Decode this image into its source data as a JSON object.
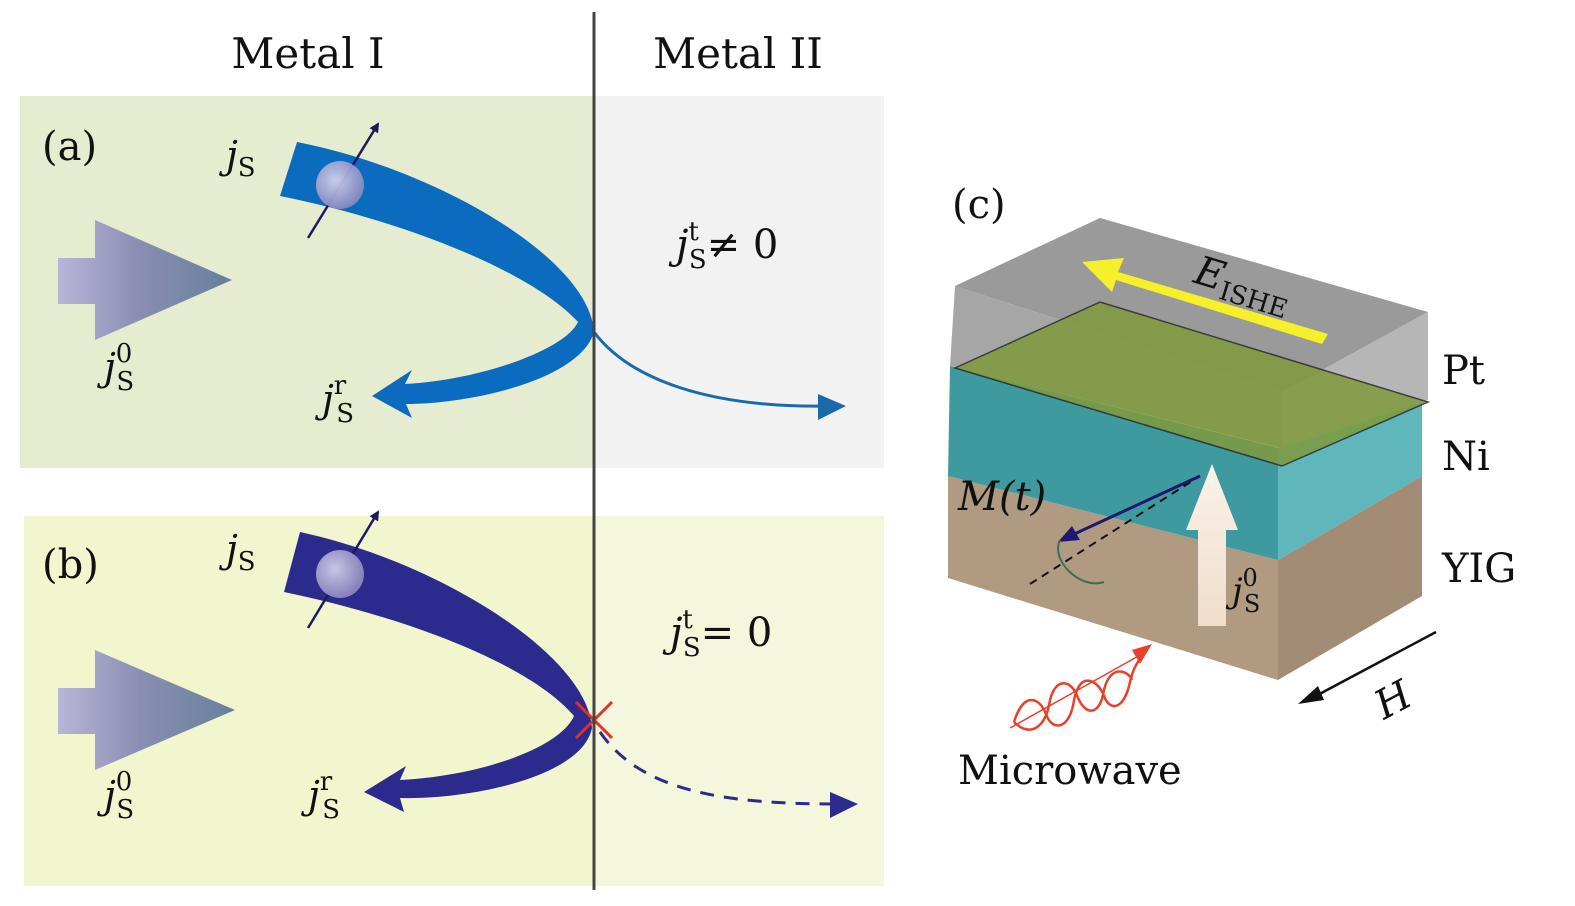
{
  "headers": {
    "metal_one": "Metal I",
    "metal_two": "Metal II"
  },
  "panel_a": {
    "tag": "(a)",
    "incident": {
      "symbol": "j",
      "sup": "0",
      "sub": "S"
    },
    "spin_current": {
      "symbol": "j",
      "sub": "S"
    },
    "reflected": {
      "symbol": "j",
      "sup": "r",
      "sub": "S"
    },
    "transmitted": {
      "symbol": "j",
      "sup": "t",
      "sub": "S",
      "relation": "≠ 0"
    },
    "colors": {
      "left_bg": "#e6eccf",
      "right_bg": "#f2f2f2",
      "stream": "#0b6cbf"
    }
  },
  "panel_b": {
    "tag": "(b)",
    "incident": {
      "symbol": "j",
      "sup": "0",
      "sub": "S"
    },
    "spin_current": {
      "symbol": "j",
      "sub": "S"
    },
    "reflected": {
      "symbol": "j",
      "sup": "r",
      "sub": "S"
    },
    "transmitted": {
      "symbol": "j",
      "sup": "t",
      "sub": "S",
      "relation": "= 0"
    },
    "colors": {
      "left_bg": "#f2f6cf",
      "right_bg": "#f5f7dc",
      "stream": "#2c2a8c",
      "blocked": "#e0302a"
    }
  },
  "panel_c": {
    "tag": "(c)",
    "field_label": {
      "symbol": "E",
      "sub": "ISHE"
    },
    "layers": [
      "Pt",
      "Ni",
      "YIG"
    ],
    "magnetization": "M(t)",
    "pumped_current": {
      "symbol": "j",
      "sup": "0",
      "sub": "S"
    },
    "source": "Microwave",
    "magnetic_field": "H",
    "colors": {
      "pt": "#a6a6a6",
      "ni": "#3f9aa0",
      "yig": "#b09a82",
      "film": "#7f9a3d",
      "e_arrow": "#f5f02a",
      "wave": "#e8402a"
    }
  }
}
